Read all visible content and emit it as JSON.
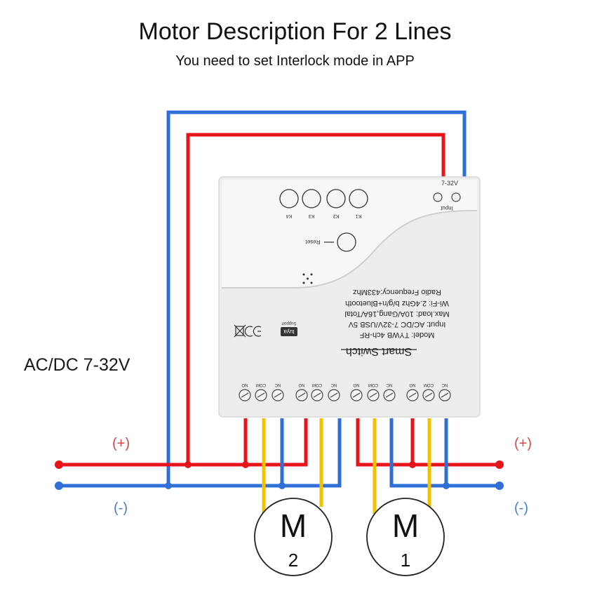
{
  "header": {
    "title": "Motor Description For 2 Lines",
    "subtitle": "You need to set Interlock mode in APP"
  },
  "supply": {
    "label": "AC/DC 7-32V",
    "plus": "(+)",
    "minus": "(-)"
  },
  "device": {
    "input_voltage": "7-32V",
    "input_label": "Input",
    "buttons": [
      "K1",
      "K2",
      "K3",
      "K4"
    ],
    "reset_label": "Reset",
    "product_name": "Smart Switch",
    "spec_lines": [
      "Model: TYWB 4ch-RF",
      "Input: AC/DC 7-32V/USB 5V",
      "Max.load: 10A/Gang,16A/Total",
      "Wi-Fi: 2.4Ghz b/g/n+Bluetooth",
      "Radio Frequency:433Mhz"
    ],
    "tuya_label": "tuya",
    "support_label": "Support",
    "terminal_groups": [
      [
        "NO",
        "COM",
        "NC"
      ],
      [
        "NO",
        "COM",
        "NC"
      ],
      [
        "NO",
        "COM",
        "NC"
      ],
      [
        "NO",
        "COM",
        "NC"
      ]
    ]
  },
  "motors": [
    {
      "letter": "M",
      "number": "2"
    },
    {
      "letter": "M",
      "number": "1"
    }
  ],
  "colors": {
    "positive_wire": "#e8141b",
    "negative_wire": "#2f6fd6",
    "motor_wire": "#f2c200",
    "device_body": "#ededed"
  }
}
